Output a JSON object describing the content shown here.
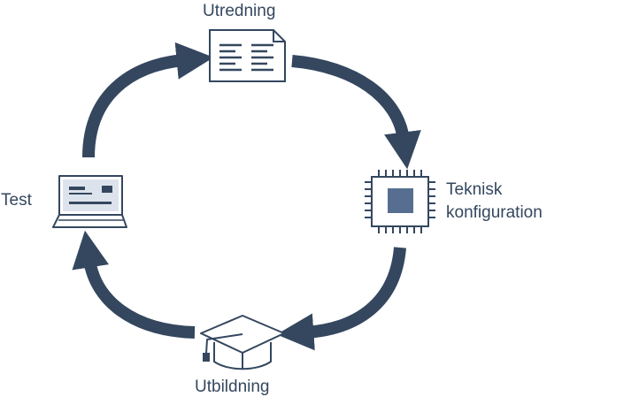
{
  "diagram": {
    "type": "cycle",
    "direction": "clockwise",
    "colors": {
      "arrow": "#34475f",
      "icon_stroke": "#34475f",
      "icon_fill_light": "#dde3ec",
      "chip_core": "#566f90",
      "text": "#34475f"
    },
    "nodes": [
      {
        "id": "utredning",
        "icon": "document-icon",
        "label": "Utredning"
      },
      {
        "id": "teknisk",
        "icon": "chip-icon",
        "label_lines": [
          "Teknisk",
          "konfiguration"
        ]
      },
      {
        "id": "utbildning",
        "icon": "graduation-cap-icon",
        "label": "Utbildning"
      },
      {
        "id": "test",
        "icon": "laptop-icon",
        "label": "Test"
      }
    ]
  }
}
